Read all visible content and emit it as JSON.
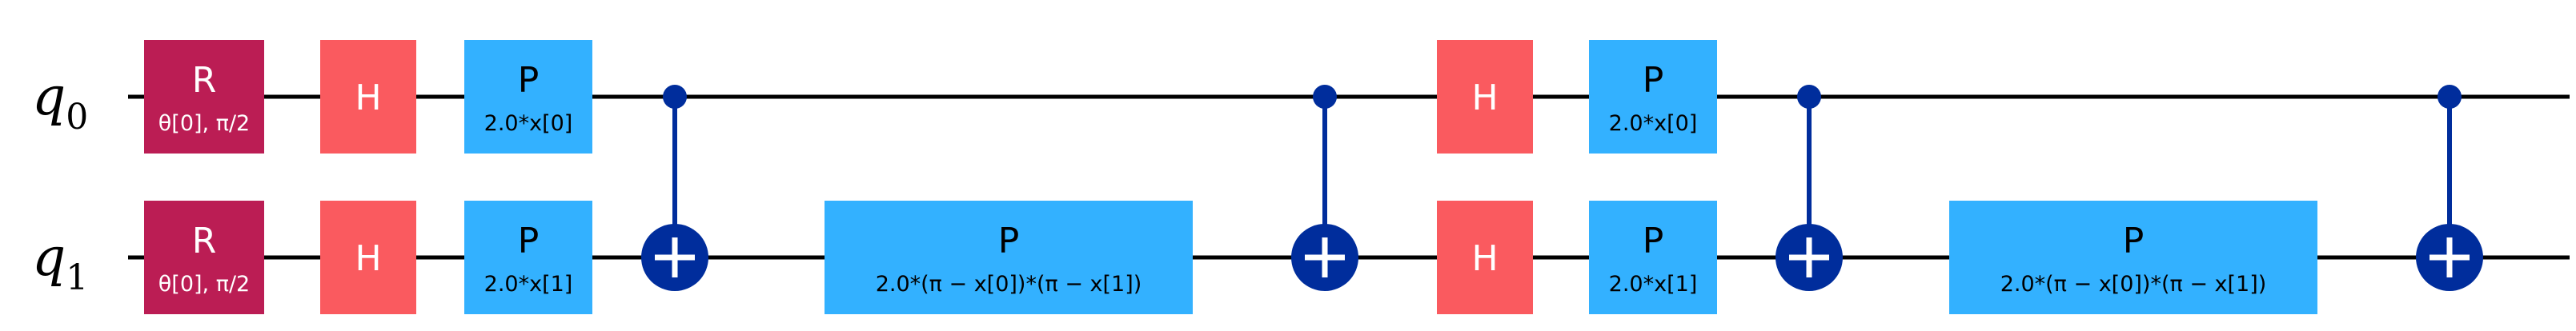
{
  "qubits": [
    {
      "label": "q",
      "sub": "0"
    },
    {
      "label": "q",
      "sub": "1"
    }
  ],
  "colors": {
    "wire": "#000000",
    "r_gate": "#bb1d54",
    "h_gate": "#fa5a5f",
    "p_gate": "#33b1ff",
    "control": "#002d9c",
    "target_plus": "#ffffff"
  },
  "gates": [
    {
      "type": "R",
      "qubit": 0,
      "col": 0,
      "label": "R",
      "param": "θ[0], π/2"
    },
    {
      "type": "R",
      "qubit": 1,
      "col": 0,
      "label": "R",
      "param": "θ[0], π/2"
    },
    {
      "type": "H",
      "qubit": 0,
      "col": 1,
      "label": "H"
    },
    {
      "type": "H",
      "qubit": 1,
      "col": 1,
      "label": "H"
    },
    {
      "type": "P",
      "qubit": 0,
      "col": 2,
      "label": "P",
      "param": "2.0*x[0]"
    },
    {
      "type": "P",
      "qubit": 1,
      "col": 2,
      "label": "P",
      "param": "2.0*x[1]"
    },
    {
      "type": "CX",
      "control": 0,
      "target": 1,
      "col": 3
    },
    {
      "type": "PW",
      "qubit": 1,
      "col": 4,
      "label": "P",
      "param": "2.0*(π − x[0])*(π − x[1])"
    },
    {
      "type": "CX",
      "control": 0,
      "target": 1,
      "col": 5
    },
    {
      "type": "H",
      "qubit": 0,
      "col": 6,
      "label": "H"
    },
    {
      "type": "H",
      "qubit": 1,
      "col": 6,
      "label": "H"
    },
    {
      "type": "P",
      "qubit": 0,
      "col": 7,
      "label": "P",
      "param": "2.0*x[0]"
    },
    {
      "type": "P",
      "qubit": 1,
      "col": 7,
      "label": "P",
      "param": "2.0*x[1]"
    },
    {
      "type": "CX",
      "control": 0,
      "target": 1,
      "col": 8
    },
    {
      "type": "PW",
      "qubit": 1,
      "col": 9,
      "label": "P",
      "param": "2.0*(π − x[0])*(π − x[1])"
    },
    {
      "type": "CX",
      "control": 0,
      "target": 1,
      "col": 10
    }
  ]
}
